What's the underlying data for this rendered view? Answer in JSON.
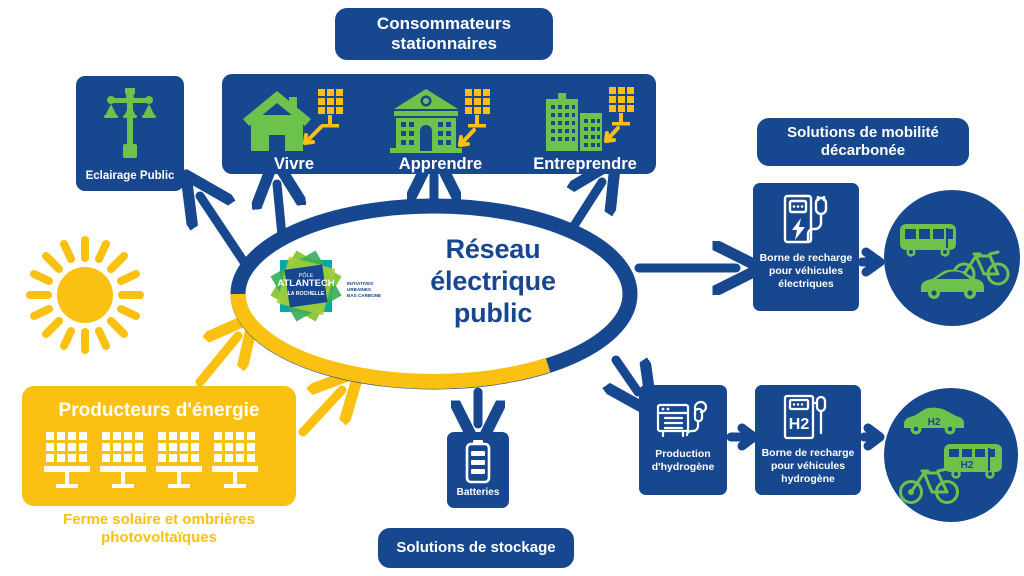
{
  "colors": {
    "navy": "#17478F",
    "yellow": "#FBC112",
    "green": "#6CC24A",
    "white": "#FFFFFF"
  },
  "header": {
    "consommateurs": "Consommateurs stationnaires",
    "mobilite": "Solutions de mobilité décarbonée",
    "stockage": "Solutions de stockage"
  },
  "eclairage": {
    "label": "Eclairage Public",
    "icon": "street-lamp-icon"
  },
  "consumers": [
    {
      "label": "Vivre",
      "icon": "house-icon"
    },
    {
      "label": "Apprendre",
      "icon": "school-building-icon"
    },
    {
      "label": "Entreprendre",
      "icon": "office-buildings-icon"
    }
  ],
  "center": {
    "title_line1": "Réseau",
    "title_line2": "électrique",
    "title_line3": "public",
    "logo": {
      "name": "pole-atlantech-logo",
      "line1": "PÔLE",
      "line2": "ATLANTECH",
      "line3": "LA ROCHELLE",
      "tag1": "INITIATIVES",
      "tag2": "URBAINES",
      "tag3": "BAS CARBONE"
    }
  },
  "producers": {
    "title": "Producteurs d'énergie",
    "caption": "Ferme solaire et ombrières photovoltaïques",
    "icon": "solar-panel-farm-icon",
    "panel_count": 4,
    "sun_icon": "sun-icon"
  },
  "storage": {
    "batteries_label": "Batteries",
    "icon": "battery-icon"
  },
  "mobility_electric": {
    "station_label": "Borne de recharge pour véhicules électriques",
    "station_icon": "ev-charging-station-icon",
    "vehicles": [
      "electric-bus-icon",
      "electric-bike-icon",
      "electric-car-icon"
    ]
  },
  "mobility_hydrogen": {
    "production_label": "Production d'hydrogène",
    "production_icon": "hydrogen-generator-icon",
    "station_label": "Borne de recharge pour véhicules hydrogène",
    "station_icon": "h2-charging-station-icon",
    "station_badge": "H2",
    "vehicles": [
      "h2-car-icon",
      "h2-bus-icon",
      "h2-bike-icon"
    ],
    "car_badge": "H2",
    "bus_badge": "H2"
  },
  "flows": [
    {
      "name": "to-eclairage-public",
      "color": "#17478F"
    },
    {
      "name": "to-vivre",
      "color": "#17478F"
    },
    {
      "name": "to-apprendre",
      "color": "#17478F"
    },
    {
      "name": "to-entreprendre",
      "color": "#17478F"
    },
    {
      "name": "to-borne-electrique",
      "color": "#17478F"
    },
    {
      "name": "to-production-hydrogene",
      "color": "#17478F"
    },
    {
      "name": "to-batteries",
      "color": "#17478F"
    },
    {
      "name": "producteurs-to-reseau-upper",
      "color": "#FBC112"
    },
    {
      "name": "producteurs-to-reseau-lower",
      "color": "#FBC112"
    },
    {
      "name": "hydrogene-to-borne",
      "color": "#17478F"
    },
    {
      "name": "borne-h2-to-vehicules",
      "color": "#17478F"
    },
    {
      "name": "borne-elec-to-vehicules",
      "color": "#17478F"
    }
  ]
}
